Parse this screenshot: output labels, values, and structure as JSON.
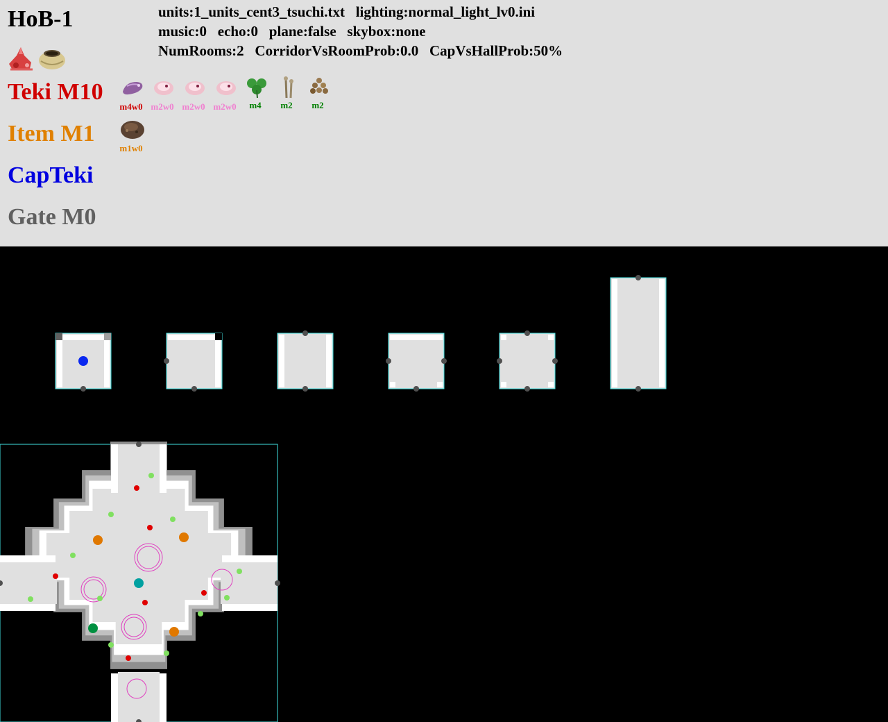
{
  "header": {
    "sublevel": "HoB-1",
    "info_lines": [
      "units:1_units_cent3_tsuchi.txt   lighting:normal_light_lv0.ini",
      "music:0   echo:0   plane:false   skybox:none",
      "NumRooms:2   CorridorVsRoomProb:0.0   CapVsHallProb:50%"
    ],
    "teki_label": "Teki M10",
    "item_label": "Item M1",
    "capteki_label": "CapTeki",
    "gate_label": "Gate M0"
  },
  "colors": {
    "teki": "#d00000",
    "item": "#e08000",
    "capteki": "#0000e0",
    "gate": "#606060",
    "pink_label": "#f080d0",
    "green_label": "#008000"
  },
  "treasure_icons": [
    "red-fruit-treasure-icon",
    "clay-pot-treasure-icon"
  ],
  "teki_list": [
    {
      "icon": "purple-sweet-potato-icon",
      "label": "m4w0",
      "label_color": "#d00000"
    },
    {
      "icon": "pink-bulborb-larva-icon",
      "label": "m2w0",
      "label_color": "#f080d0"
    },
    {
      "icon": "pink-bulborb-larva-icon",
      "label": "m2w0",
      "label_color": "#f080d0"
    },
    {
      "icon": "pink-bulborb-larva-icon",
      "label": "m2w0",
      "label_color": "#f080d0"
    },
    {
      "icon": "clover-plant-icon",
      "label": "m4",
      "label_color": "#008000"
    },
    {
      "icon": "twig-sprout-icon",
      "label": "m2",
      "label_color": "#008000"
    },
    {
      "icon": "seed-cluster-icon",
      "label": "m2",
      "label_color": "#008000"
    }
  ],
  "item_list": [
    {
      "icon": "dirt-mound-icon",
      "label": "m1w0",
      "label_color": "#e08000"
    }
  ]
}
